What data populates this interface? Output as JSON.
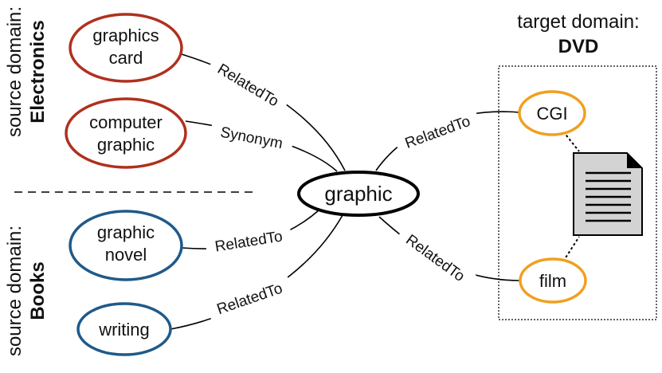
{
  "source_domain_top": {
    "caption": "source domain:",
    "name": "Electronics"
  },
  "source_domain_bottom": {
    "caption": "source domain:",
    "name": "Books"
  },
  "target_domain": {
    "caption": "target domain:",
    "name": "DVD"
  },
  "nodes": {
    "center": "graphic",
    "graphics_card_line1": "graphics",
    "graphics_card_line2": "card",
    "computer_graphic_line1": "computer",
    "computer_graphic_line2": "graphic",
    "graphic_novel_line1": "graphic",
    "graphic_novel_line2": "novel",
    "writing": "writing",
    "cgi": "CGI",
    "film": "film"
  },
  "edges": {
    "graphics_card": "RelatedTo",
    "computer_graphic": "Synonym",
    "graphic_novel": "RelatedTo",
    "writing": "RelatedTo",
    "cgi": "RelatedTo",
    "film": "RelatedTo"
  },
  "colors": {
    "electronics": "#b0301e",
    "books": "#1f5a8a",
    "dvd": "#f0a020",
    "center": "#000000"
  },
  "icons": {
    "document": "document-icon"
  }
}
